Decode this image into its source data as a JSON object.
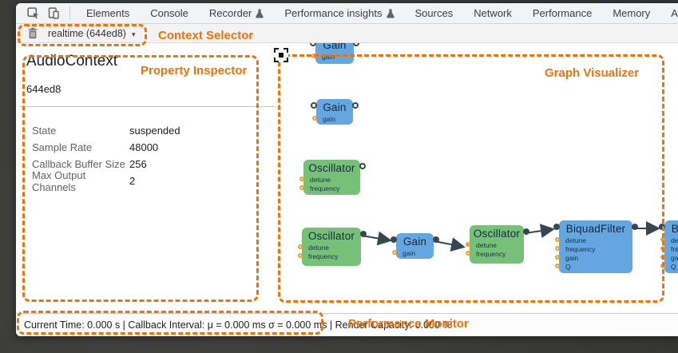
{
  "tabbar": {
    "tabs": [
      {
        "label": "Elements",
        "flask": false
      },
      {
        "label": "Console",
        "flask": false
      },
      {
        "label": "Recorder",
        "flask": true
      },
      {
        "label": "Performance insights",
        "flask": true
      },
      {
        "label": "Sources",
        "flask": false
      },
      {
        "label": "Network",
        "flask": false
      },
      {
        "label": "Performance",
        "flask": false
      },
      {
        "label": "Memory",
        "flask": false
      },
      {
        "label": "Application",
        "flask": false
      }
    ]
  },
  "context_selector": {
    "value": "realtime (644ed8)",
    "caret": "▾"
  },
  "inspector": {
    "title": "AudioContext",
    "context_id": "644ed8",
    "rows": [
      {
        "label": "State",
        "value": "suspended"
      },
      {
        "label": "Sample Rate",
        "value": "48000"
      },
      {
        "label": "Callback Buffer Size",
        "value": "256"
      },
      {
        "label": "Max Output Channels",
        "value": "2"
      }
    ]
  },
  "graph": {
    "nodes": [
      {
        "type": "Gain",
        "params": [
          {
            "name": "gain"
          }
        ]
      },
      {
        "type": "Gain",
        "params": [
          {
            "name": "gain"
          }
        ]
      },
      {
        "type": "Oscillator",
        "params": [
          {
            "name": "detune"
          },
          {
            "name": "frequency"
          }
        ]
      },
      {
        "type": "Oscillator",
        "params": [
          {
            "name": "detune"
          },
          {
            "name": "frequency"
          }
        ]
      },
      {
        "type": "Gain",
        "params": [
          {
            "name": "gain"
          }
        ]
      },
      {
        "type": "Oscillator",
        "params": [
          {
            "name": "detune"
          },
          {
            "name": "frequency"
          }
        ]
      },
      {
        "type": "BiquadFilter",
        "params": [
          {
            "name": "detune"
          },
          {
            "name": "frequency"
          },
          {
            "name": "gain"
          },
          {
            "name": "Q"
          }
        ]
      },
      {
        "type": "BiquadFilter",
        "params": [
          {
            "name": "detune"
          },
          {
            "name": "frequency"
          },
          {
            "name": "gain"
          },
          {
            "name": "Q"
          }
        ]
      }
    ]
  },
  "perf": {
    "text": "Current Time: 0.000 s | Callback Interval: μ = 0.000 ms σ = 0.000 ms | Render Capacity: 0.000 %"
  },
  "annotations": {
    "context_selector": "Context Selector",
    "property_inspector": "Property Inspector",
    "graph_visualizer": "Graph Visualizer",
    "performance_monitor": "Performance Monitor"
  },
  "colors": {
    "annotation_orange": "#ee730a",
    "node_blue": "#63a6e0",
    "node_green": "#77c078",
    "param_port_orange": "#f0a12d",
    "edge_dark": "#37474f"
  }
}
